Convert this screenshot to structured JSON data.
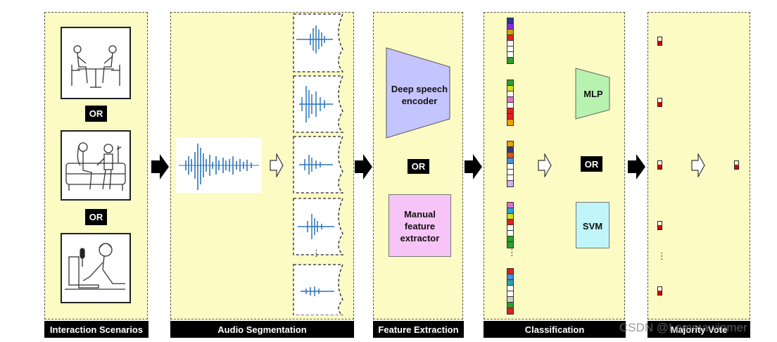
{
  "panels": {
    "interaction": {
      "label": "Interaction Scenarios",
      "or1": "OR",
      "or2": "OR"
    },
    "segmentation": {
      "label": "Audio Segmentation",
      "ellipsis": "⋮"
    },
    "feature": {
      "label": "Feature Extraction",
      "encoder": "Deep speech encoder",
      "or": "OR",
      "manual": "Manual feature extractor"
    },
    "classification": {
      "label": "Classification",
      "mlp": "MLP",
      "or": "OR",
      "svm": "SVM",
      "ellipsis": "⋮"
    },
    "majority": {
      "label": "Majority Vote",
      "ellipsis": "⋮"
    }
  },
  "colors": {
    "panel_bg": "#fbfbc3",
    "wave": "#2a74b8",
    "encoder": "#c4c4ff",
    "manual": "#f6c4f6",
    "mlp": "#b8f2b0",
    "svm": "#c0f6fa",
    "vote": "#d40000"
  },
  "watermark": "CSDN @Lemmawinmer"
}
